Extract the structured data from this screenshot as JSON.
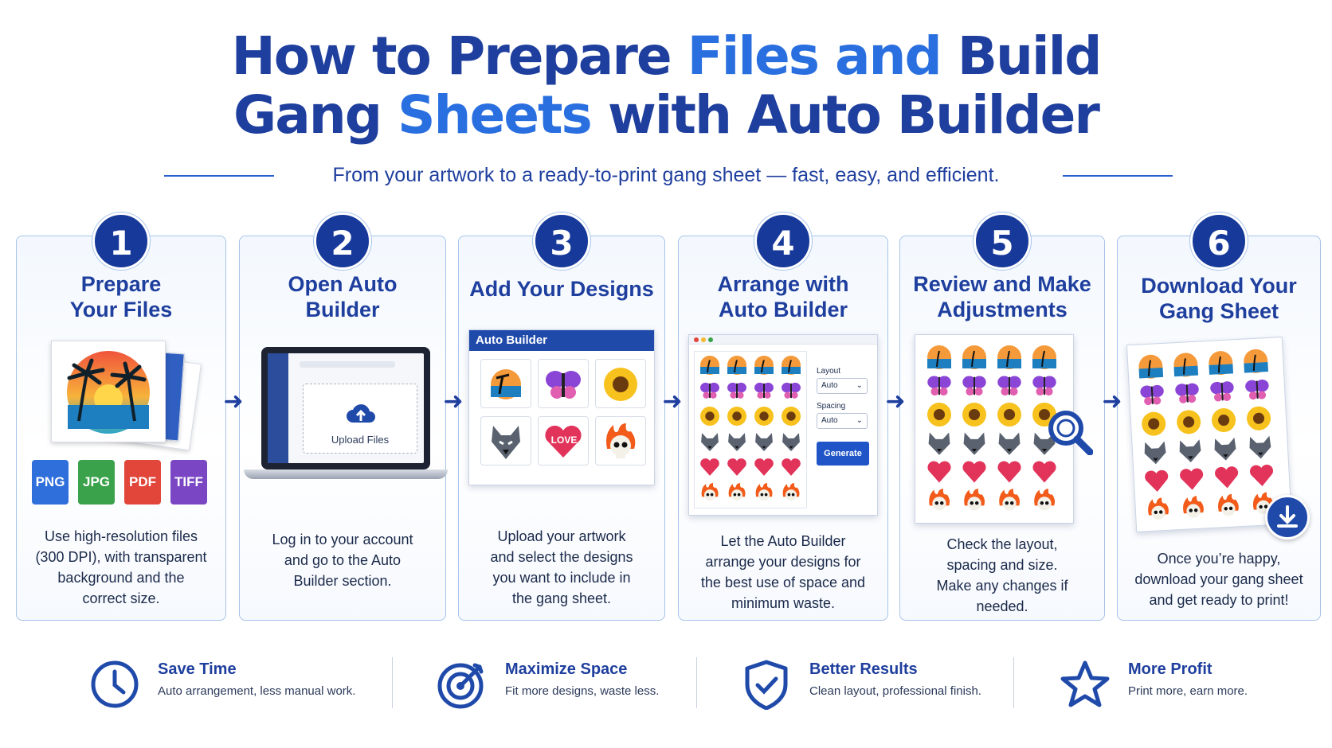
{
  "title": {
    "line1_a": "How to Prepare ",
    "line1_b": "Files and",
    "line1_c": " Build",
    "line2_a": "Gang ",
    "line2_b": "Sheets",
    "line2_c": " with Auto Builder"
  },
  "subtitle": "From your artwork to a ready-to-print gang sheet — fast, easy, and efficient.",
  "steps": [
    {
      "number": "1",
      "title": "Prepare Your Files",
      "desc": "Use high-resolution files (300 DPI), with transparent background and the correct size."
    },
    {
      "number": "2",
      "title": "Open Auto Builder",
      "desc": "Log in to your account and go to the Auto Builder section."
    },
    {
      "number": "3",
      "title": "Add Your Designs",
      "desc": "Upload your artwork and select the designs you want to include in the gang sheet."
    },
    {
      "number": "4",
      "title": "Arrange with Auto Builder",
      "desc": "Let the Auto Builder arrange your designs for the best use of space and minimum waste."
    },
    {
      "number": "5",
      "title": "Review and Make Adjustments",
      "desc": "Check the layout, spacing and size. Make any changes if needed."
    },
    {
      "number": "6",
      "title": "Download Your Gang Sheet",
      "desc": "Once you’re happy, download your gang sheet and get ready to print!"
    }
  ],
  "file_types": [
    {
      "label": "PNG",
      "color": "#2f6fdc"
    },
    {
      "label": "JPG",
      "color": "#3aa24a"
    },
    {
      "label": "PDF",
      "color": "#e2453a"
    },
    {
      "label": "TIFF",
      "color": "#7a46c4"
    }
  ],
  "upload_label": "Upload Files",
  "auto_builder_panel_title": "Auto Builder",
  "love_label": "LOVE",
  "arrange_panel": {
    "layout_label": "Layout",
    "layout_value": "Auto",
    "spacing_label": "Spacing",
    "spacing_value": "Auto",
    "generate_label": "Generate"
  },
  "features": [
    {
      "title": "Save Time",
      "desc": "Auto arrangement, less manual work.",
      "icon": "clock-icon"
    },
    {
      "title": "Maximize Space",
      "desc": "Fit more designs, waste less.",
      "icon": "target-icon"
    },
    {
      "title": "Better Results",
      "desc": "Clean layout, professional finish.",
      "icon": "shield-check-icon"
    },
    {
      "title": "More Profit",
      "desc": "Print more, earn more.",
      "icon": "star-icon"
    }
  ],
  "colors": {
    "navy": "#17399a",
    "blue": "#1f3f9e",
    "accent": "#2a6fe0",
    "card_border": "#a7c3ea"
  }
}
